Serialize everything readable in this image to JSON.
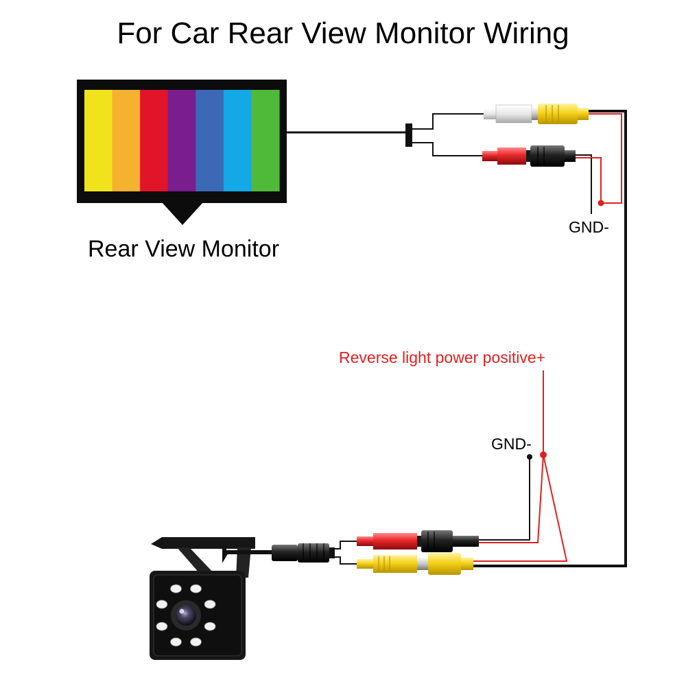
{
  "title": "For Car Rear View Monitor Wiring",
  "monitor": {
    "label": "Rear View Monitor",
    "color_bars": [
      "#f0e31c",
      "#f5b130",
      "#e1142a",
      "#7a1d8e",
      "#3c69b5",
      "#13a8e6",
      "#4fba3a"
    ]
  },
  "labels": {
    "gnd_top": "GND-",
    "gnd_bottom": "GND-",
    "reverse_power": "Reverse light power positive+"
  },
  "colors": {
    "wire_black": "#111111",
    "wire_red": "#e02020",
    "rca_yellow": "#f5d21a",
    "rca_red": "#e8262a",
    "rca_white": "#eeeeee",
    "camera_led": "#f2f2f2"
  },
  "connectors": {
    "monitor_side": [
      "white-rca",
      "yellow-rca",
      "red-rca",
      "black-rca"
    ],
    "camera_side": [
      "red-rca",
      "black-rca",
      "yellow-rca",
      "yellow-rca"
    ]
  },
  "camera": {
    "led_count": 8
  }
}
